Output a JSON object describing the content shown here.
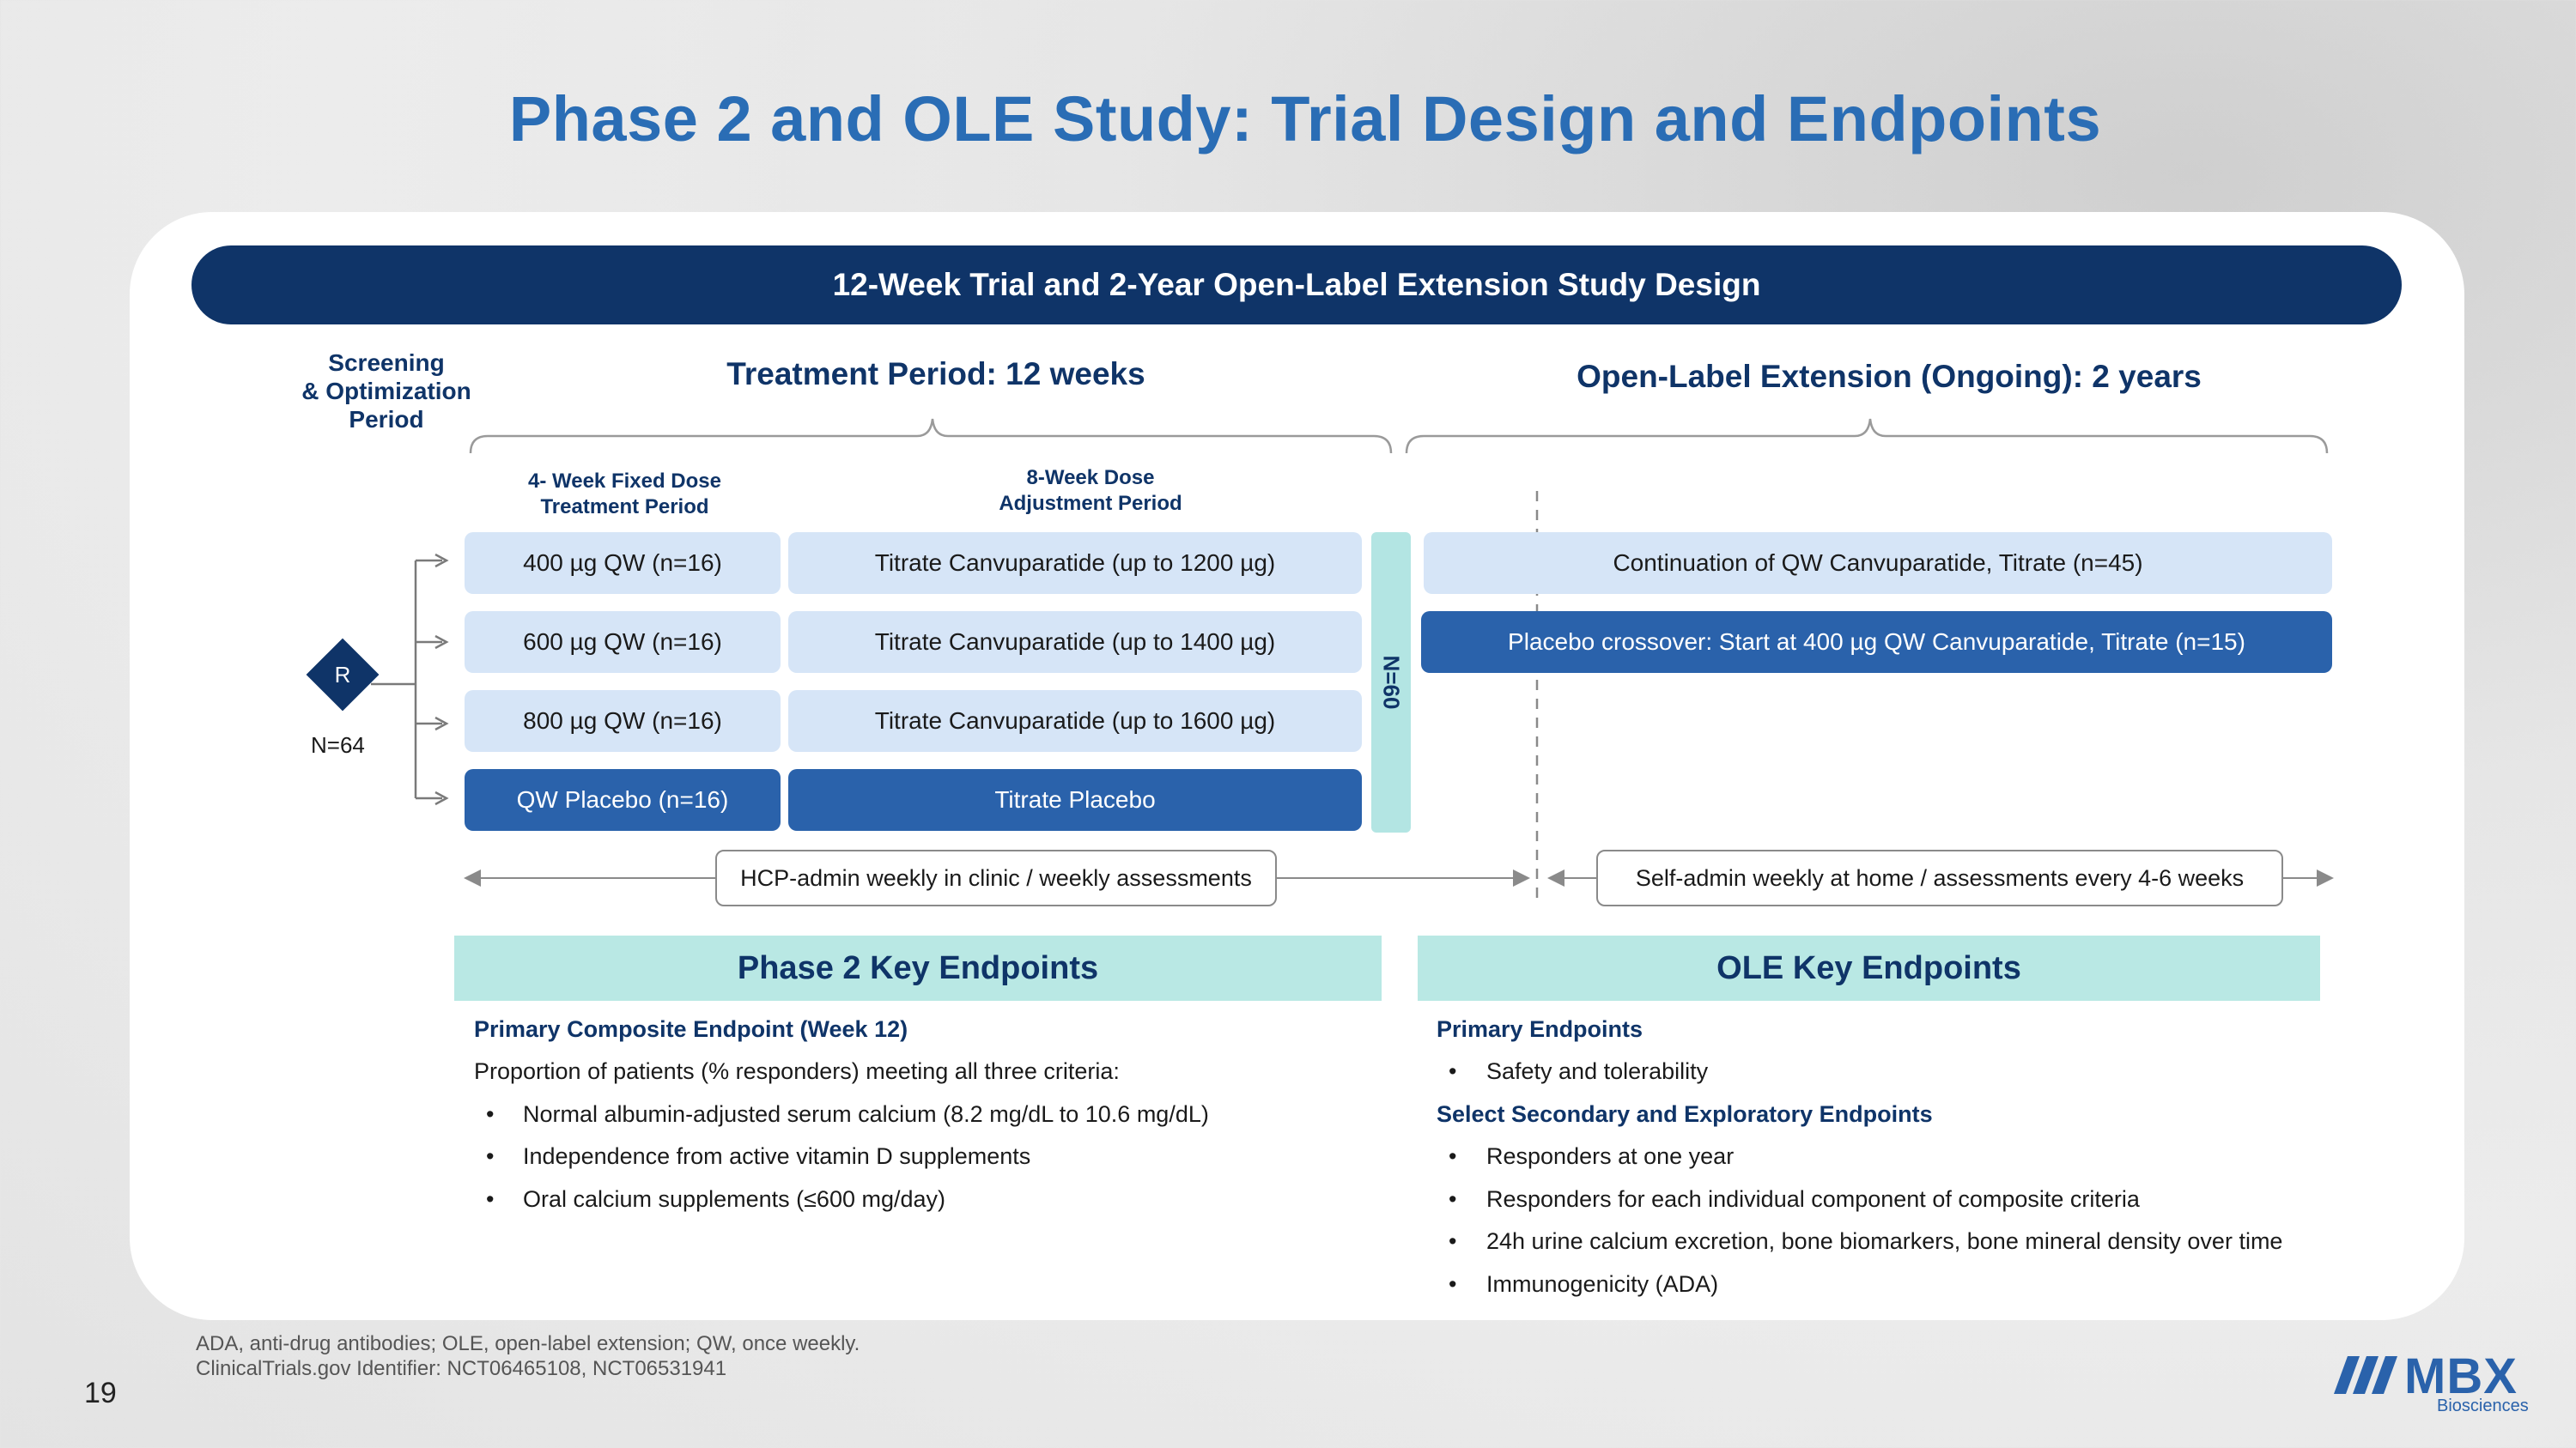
{
  "title": "Phase 2 and OLE Study: Trial Design and Endpoints",
  "banner": "12-Week Trial and 2-Year Open-Label Extension Study Design",
  "screening": [
    "Screening",
    "& Optimization",
    "Period"
  ],
  "treatment_header": "Treatment Period: 12 weeks",
  "ole_header": "Open-Label Extension (Ongoing): 2 years",
  "fixed_dose": [
    "4- Week Fixed Dose",
    "Treatment Period"
  ],
  "adjust": [
    "8-Week Dose",
    "Adjustment Period"
  ],
  "randomization": {
    "label": "R",
    "n": "N=64"
  },
  "arms": [
    {
      "dose": "400 µg QW (n=16)",
      "titrate": "Titrate Canvuparatide (up to 1200 µg)",
      "style": "light"
    },
    {
      "dose": "600 µg QW (n=16)",
      "titrate": "Titrate Canvuparatide (up to 1400 µg)",
      "style": "light"
    },
    {
      "dose": "800 µg QW (n=16)",
      "titrate": "Titrate Canvuparatide (up to 1600 µg)",
      "style": "light"
    },
    {
      "dose": "QW Placebo (n=16)",
      "titrate": "Titrate Placebo",
      "style": "dark"
    }
  ],
  "n60": "N=60",
  "ole_arms": [
    {
      "text": "Continuation of QW Canvuparatide, Titrate (n=45)",
      "style": "light"
    },
    {
      "text": "Placebo crossover: Start at 400 µg QW Canvuparatide, Titrate (n=15)",
      "style": "dark"
    }
  ],
  "admin": {
    "clinic": "HCP-admin weekly in clinic / weekly assessments",
    "home": "Self-admin weekly at home / assessments every 4-6 weeks"
  },
  "phase2": {
    "heading": "Phase 2 Key Endpoints",
    "primary_title": "Primary Composite Endpoint (Week 12)",
    "intro": "Proportion of patients (% responders) meeting all three criteria:",
    "bullets": [
      "Normal albumin-adjusted serum calcium (8.2 mg/dL to 10.6 mg/dL)",
      "Independence from active vitamin D supplements",
      "Oral calcium supplements (≤600 mg/day)"
    ]
  },
  "ole": {
    "heading": "OLE Key Endpoints",
    "primary_title": "Primary Endpoints",
    "primary_bullets": [
      "Safety and tolerability"
    ],
    "secondary_title": "Select Secondary and Exploratory Endpoints",
    "secondary_bullets": [
      "Responders at one year",
      "Responders for each individual component of composite criteria",
      "24h urine calcium excretion, bone biomarkers, bone mineral density over time",
      "Immunogenicity (ADA)"
    ]
  },
  "footnotes": [
    "ADA, anti-drug antibodies; OLE, open-label extension; QW, once weekly.",
    "ClinicalTrials.gov Identifier: NCT06465108, NCT06531941"
  ],
  "page_number": "19",
  "logo": {
    "name": "MBX",
    "sub": "Biosciences"
  },
  "colors": {
    "title": "#2a6db5",
    "navy": "#0f3468",
    "light_box": "#d6e5f7",
    "dark_box": "#2a62ab",
    "teal": "#b9e8e4"
  }
}
